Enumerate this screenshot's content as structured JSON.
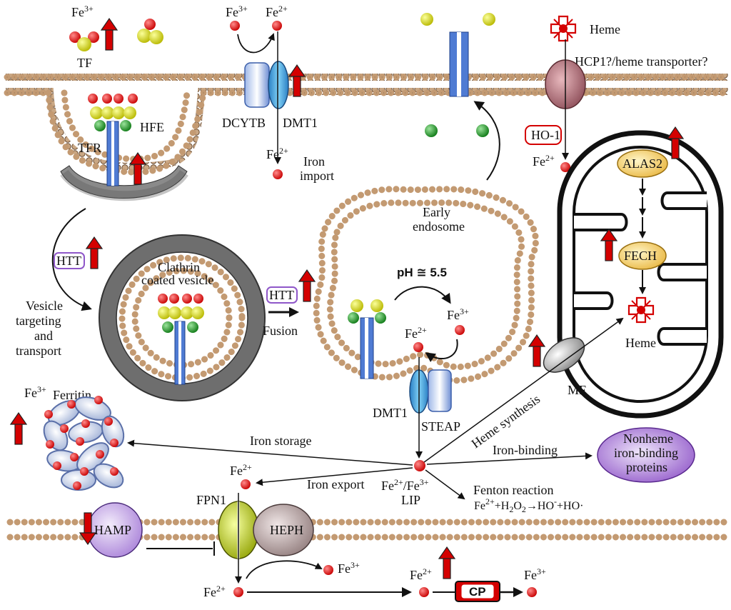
{
  "labels": {
    "tf": "TF",
    "tfr": "TFR",
    "hfe": "HFE",
    "dcytb": "DCYTB",
    "dmt1_top": "DMT1",
    "iron_import_1": "Iron",
    "iron_import_2": "import",
    "heme_top": "Heme",
    "hcp1": "HCP1?/heme transporter?",
    "ho1": "HO-1",
    "alas2": "ALAS2",
    "fech": "FECH",
    "heme_mito": "Heme",
    "mf": "MF",
    "htt_left": "HTT",
    "htt_mid": "HTT",
    "clathrin_1": "Clathrin",
    "clathrin_2": "coated vesicle",
    "vesicle_1": "Vesicle",
    "vesicle_2": "targeting",
    "vesicle_3": "and",
    "vesicle_4": "transport",
    "fusion": "Fusion",
    "early_1": "Early",
    "early_2": "endosome",
    "ph": "pH ≅ 5.5",
    "dmt1_endo": "DMT1",
    "steap": "STEAP",
    "ferritin": "Ferritin",
    "iron_storage": "Iron storage",
    "iron_export": "Iron export",
    "lip": "LIP",
    "heme_synthesis": "Heme synthesis",
    "iron_binding": "Iron-binding",
    "nonheme_1": "Nonheme",
    "nonheme_2": "iron-binding",
    "nonheme_3": "proteins",
    "fenton": "Fenton reaction",
    "fpn1": "FPN1",
    "hamp": "HAMP",
    "heph": "HEPH",
    "cp": "CP",
    "fe": "Fe",
    "ox3": "3+",
    "ox2": "2+",
    "fenton_eq_a": "+H",
    "fenton_eq_b": "O",
    "fenton_eq_c": "→HO",
    "fenton_eq_d": "+HO·",
    "sub2": "2",
    "minus": "-",
    "slash": "/"
  }
}
